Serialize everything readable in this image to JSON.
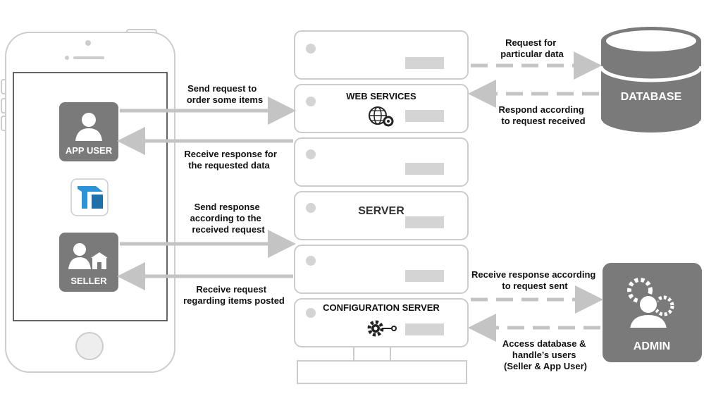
{
  "phone": {
    "app_user_label": "APP USER",
    "seller_label": "SELLER"
  },
  "server": {
    "web_services_label": "WEB SERVICES",
    "server_label": "SERVER",
    "configuration_label": "CONFIGURATION SERVER"
  },
  "database": {
    "label": "DATABASE"
  },
  "admin": {
    "label": "ADMIN"
  },
  "arrows": {
    "send_request": [
      "Send request to",
      "order some items"
    ],
    "receive_response": [
      "Receive response for",
      "the requested data"
    ],
    "send_response": [
      "Send response",
      "according to the",
      "received request"
    ],
    "receive_request": [
      "Receive request",
      "regarding items posted"
    ],
    "request_data": [
      "Request for",
      "particular data"
    ],
    "respond_according": [
      "Respond according",
      "to request received"
    ],
    "receive_response_sent": [
      "Receive response according",
      "to request sent"
    ],
    "access_database": [
      "Access database &",
      "handle’s users",
      "(Seller & App User)"
    ]
  },
  "colors": {
    "outline": "#cccccc",
    "tile_dark": "#7a7a7a",
    "arrow": "#c4c4c4",
    "database": "#7a7a7a",
    "admin": "#7a7a7a",
    "logo_blue": "#2d93d8"
  }
}
